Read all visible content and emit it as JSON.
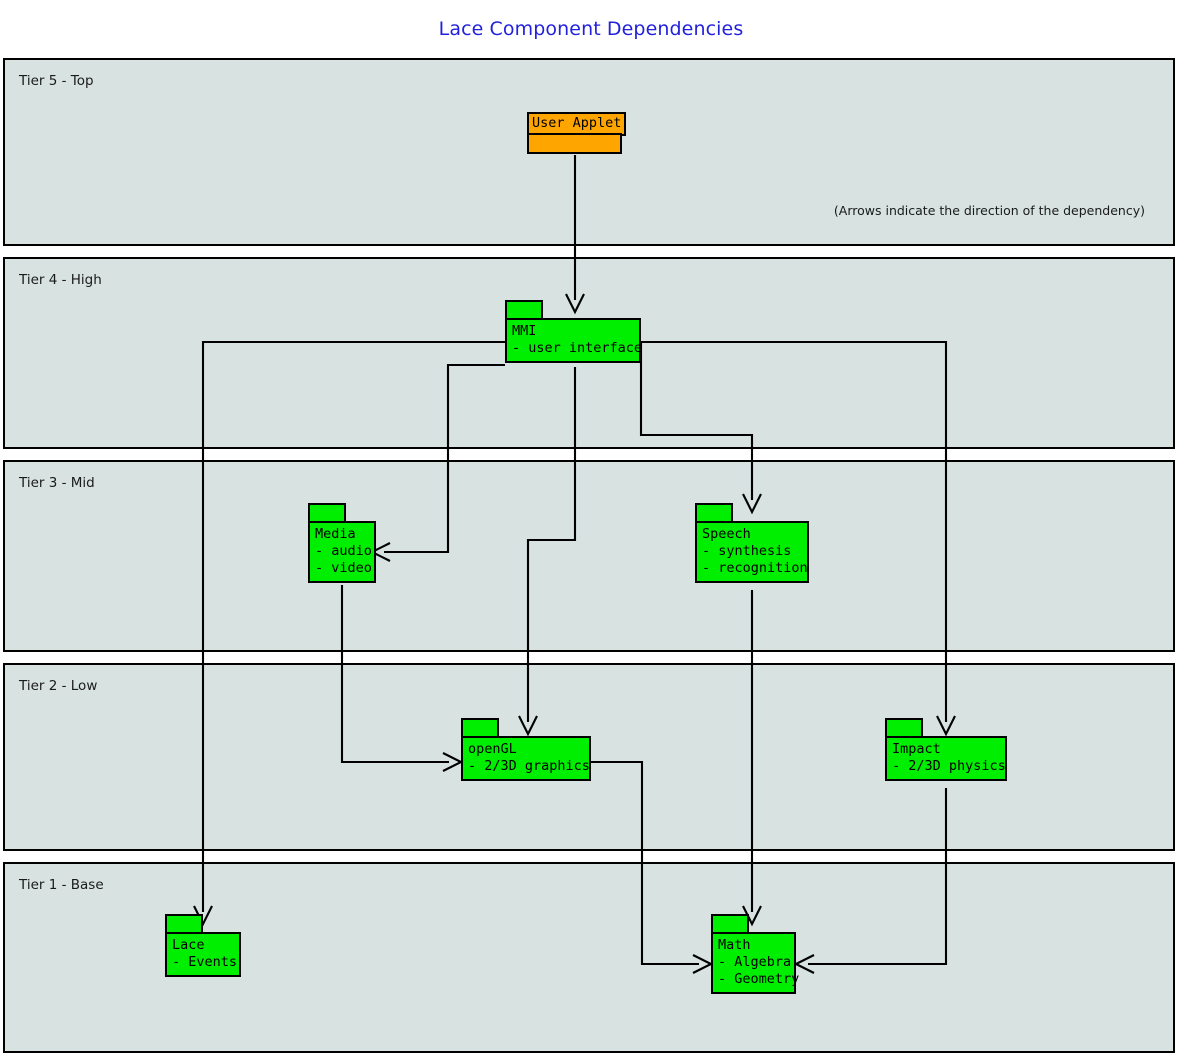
{
  "title": "Lace Component Dependencies",
  "note": "(Arrows indicate the direction of the dependency)",
  "tiers": [
    {
      "label": "Tier 5 - Top"
    },
    {
      "label": "Tier 4 - High"
    },
    {
      "label": "Tier 3 - Mid"
    },
    {
      "label": "Tier 2 - Low"
    },
    {
      "label": "Tier 1 - Base"
    }
  ],
  "colors": {
    "title": "#2222dd",
    "tier_fill": "#d7e2e1",
    "tier_border": "#000000",
    "package_fill": "#00ee00",
    "applet_fill": "#ffa500",
    "edge": "#000000"
  },
  "nodes": {
    "user_applet": {
      "name": "User Applet",
      "tier": "Tier 5 - Top"
    },
    "mmi": {
      "name": "MMI",
      "items": [
        "- user interface"
      ],
      "tier": "Tier 4 - High"
    },
    "media": {
      "name": "Media",
      "items": [
        "- audio",
        "- video"
      ],
      "tier": "Tier 3 - Mid"
    },
    "speech": {
      "name": "Speech",
      "items": [
        "- synthesis",
        "- recognition"
      ],
      "tier": "Tier 3 - Mid"
    },
    "opengl": {
      "name": "openGL",
      "items": [
        "- 2/3D graphics"
      ],
      "tier": "Tier 2 - Low"
    },
    "impact": {
      "name": "Impact",
      "items": [
        "- 2/3D physics"
      ],
      "tier": "Tier 2 - Low"
    },
    "lace": {
      "name": "Lace",
      "items": [
        "- Events"
      ],
      "tier": "Tier 1 - Base"
    },
    "math": {
      "name": "Math",
      "items": [
        "- Algebra",
        "- Geometry"
      ],
      "tier": "Tier 1 - Base"
    }
  },
  "dependencies": [
    {
      "from": "User Applet",
      "to": "MMI"
    },
    {
      "from": "MMI",
      "to": "Lace"
    },
    {
      "from": "MMI",
      "to": "Media"
    },
    {
      "from": "MMI",
      "to": "openGL"
    },
    {
      "from": "MMI",
      "to": "Speech"
    },
    {
      "from": "MMI",
      "to": "Impact"
    },
    {
      "from": "Media",
      "to": "openGL"
    },
    {
      "from": "Speech",
      "to": "Math"
    },
    {
      "from": "openGL",
      "to": "Math"
    },
    {
      "from": "Impact",
      "to": "Math"
    }
  ]
}
